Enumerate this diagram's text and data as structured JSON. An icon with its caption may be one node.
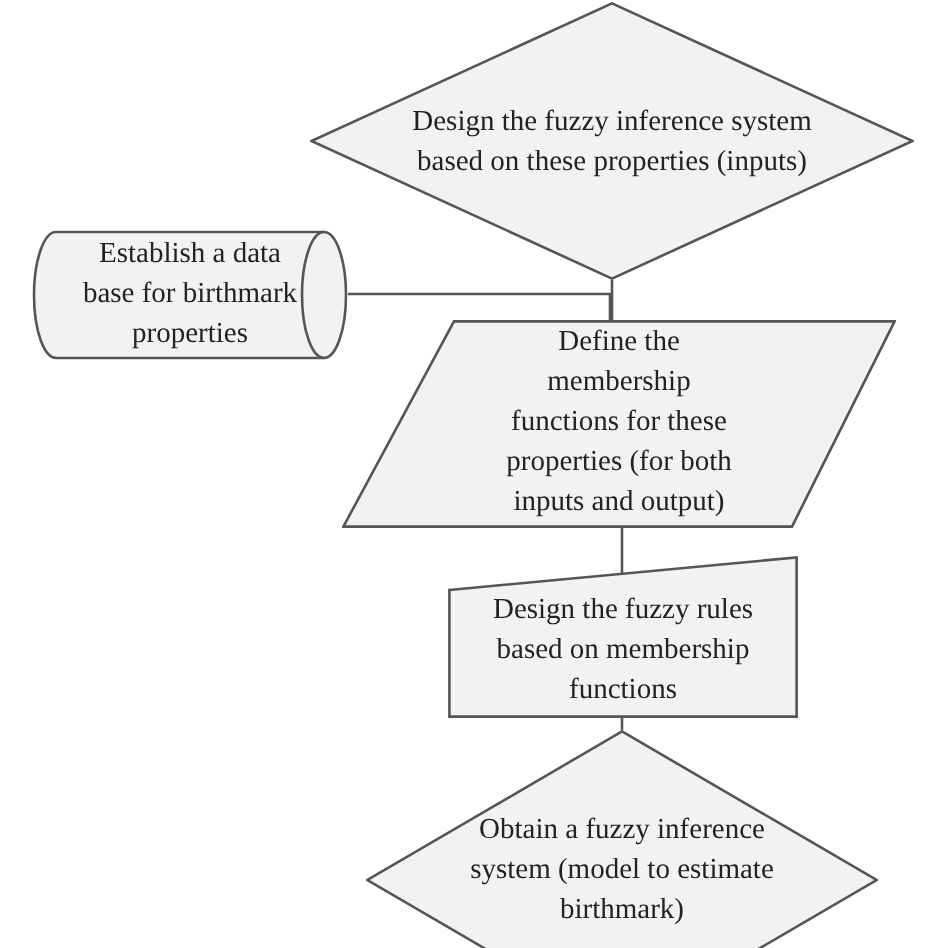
{
  "diagram": {
    "nodes": [
      {
        "text": [
          "Design the fuzzy inference system based on these properties (inputs)"
        ]
      },
      {
        "text": [
          "Establish a data base for birthmark properties"
        ]
      },
      {
        "text": [
          "Define the membership functions for these properties (for both inputs and output)"
        ]
      },
      {
        "text": [
          "Design the fuzzy rules based on membership functions"
        ]
      },
      {
        "text": [
          "Obtain a fuzzy inference system (model to estimate birthmark)"
        ]
      }
    ],
    "edges": [
      {
        "from": 0,
        "to": 2,
        "arrow": "none"
      },
      {
        "from": 1,
        "to": 2,
        "arrow": "none"
      },
      {
        "from": 2,
        "to": 3,
        "arrow": "none"
      },
      {
        "from": 3,
        "to": 4,
        "arrow": "none"
      }
    ]
  }
}
